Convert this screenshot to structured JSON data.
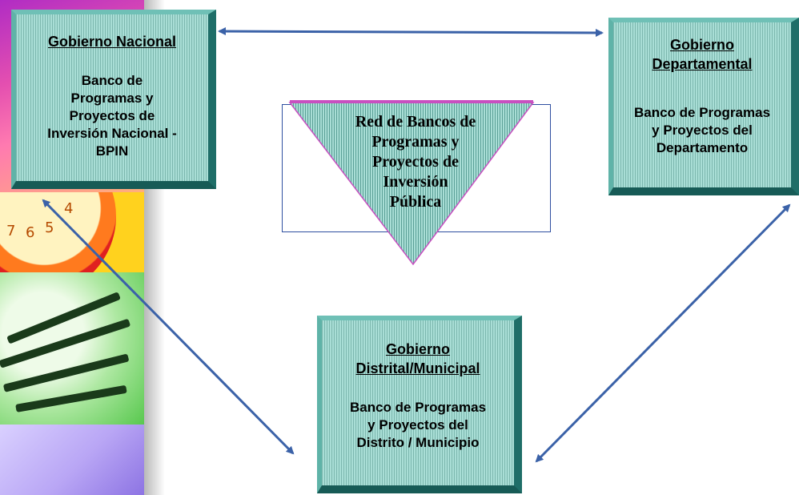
{
  "nodes": {
    "nacional": {
      "title": "Gobierno Nacional",
      "lines": [
        "Banco de",
        "Programas y",
        "Proyectos de",
        "Inversión Nacional -",
        "BPIN"
      ]
    },
    "departamental": {
      "title_lines": [
        "Gobierno",
        "Departamental"
      ],
      "lines": [
        "Banco de Programas",
        "y Proyectos del",
        "Departamento"
      ]
    },
    "municipal": {
      "title_lines": [
        "Gobierno",
        "Distrital/Municipal"
      ],
      "lines": [
        "Banco de Programas",
        "y Proyectos del",
        "Distrito / Municipio"
      ]
    },
    "red": {
      "lines": [
        "Red  de Bancos de",
        "Programas y",
        "Proyectos de",
        "Inversión",
        "Pública"
      ]
    }
  },
  "photo_strip": {
    "clock_digits": [
      "7",
      "6",
      "5",
      "4"
    ]
  },
  "colors": {
    "box_fill": "#a9ded6",
    "box_shadow": "#1f6e68",
    "arrow": "#3b62a8",
    "triangle_top": "#c84fc0"
  }
}
